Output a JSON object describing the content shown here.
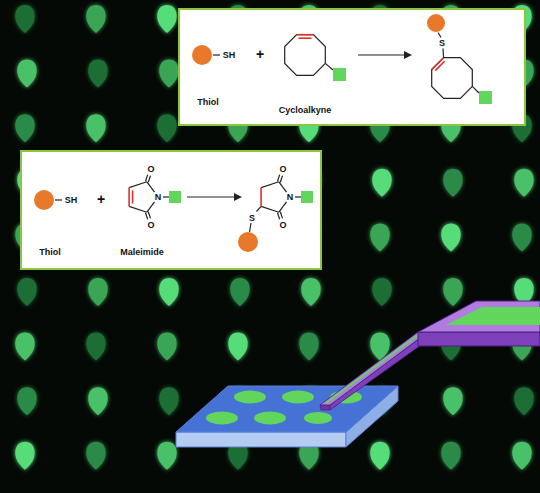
{
  "diagram": {
    "nodes": [
      {
        "text": [
          "SH",
          "+",
          "S",
          "Thiol",
          "Cycloalkyne"
        ]
      },
      {
        "text": [
          "O",
          "O",
          "SH",
          "+",
          "N",
          "N",
          "S",
          "O",
          "O",
          "Thiol",
          "Maleimide"
        ]
      }
    ]
  }
}
